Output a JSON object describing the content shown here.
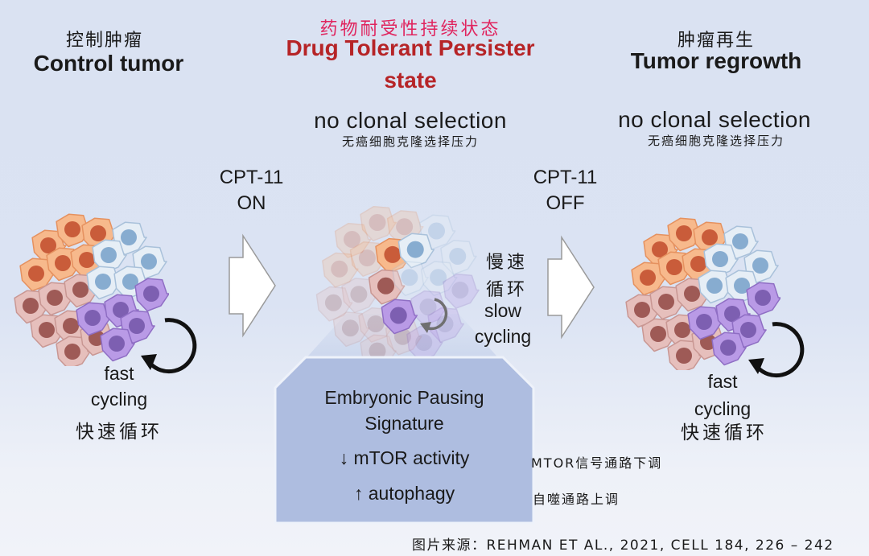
{
  "left_panel": {
    "title_zh": "控制肿瘤",
    "title_en": "Control tumor",
    "cycling_en_line1": "fast",
    "cycling_en_line2": "cycling",
    "cycling_zh": "快速循环"
  },
  "middle_panel": {
    "title_zh": "药物耐受性持续状态",
    "title_en_line1": "Drug Tolerant Persister",
    "title_en_line2": "state",
    "selection_en": "no clonal  selection",
    "selection_zh": "无癌细胞克隆选择压力",
    "cycling_zh_line1": "慢速",
    "cycling_zh_line2": "循环",
    "cycling_en_line1": "slow",
    "cycling_en_line2": "cycling"
  },
  "right_panel": {
    "title_zh": "肿瘤再生",
    "title_en": "Tumor regrowth",
    "selection_en": "no clonal  selection",
    "selection_zh": "无癌细胞克隆选择压力",
    "cycling_en_line1": "fast",
    "cycling_en_line2": "cycling",
    "cycling_zh": "快速循环"
  },
  "arrows": {
    "on": {
      "line1": "CPT-11",
      "line2": "ON"
    },
    "off": {
      "line1": "CPT-11",
      "line2": "OFF"
    }
  },
  "signature_box": {
    "title_line1": "Embryonic Pausing",
    "title_line2": "Signature",
    "item1": "↓ mTOR activity",
    "item2": "↑ autophagy",
    "note1_zh": "MTOR信号通路下调",
    "note2_zh": "自噬通路上调"
  },
  "colors": {
    "orange_cell": "#f7b98c",
    "orange_nucleus": "#c95c3a",
    "pink_cell": "#e6bfbc",
    "pink_nucleus": "#9e5a56",
    "blue_cell": "#e6eef6",
    "blue_nucleus": "#87acd0",
    "purple_cell": "#b99ae6",
    "purple_nucleus": "#7d5fb1",
    "title_red": "#b62427",
    "title_pink": "#e0245e",
    "box_fill": "#aebde0"
  },
  "source": "图片来源：REHMAN ET AL., 2021, CELL 184, 226 – 242"
}
